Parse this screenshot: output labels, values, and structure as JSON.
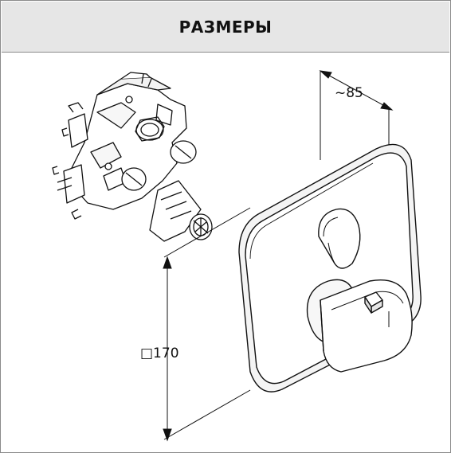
{
  "header": {
    "title": "РАЗМЕРЫ"
  },
  "dimensions": {
    "depth_label": "~85",
    "size_label": "□170"
  }
}
